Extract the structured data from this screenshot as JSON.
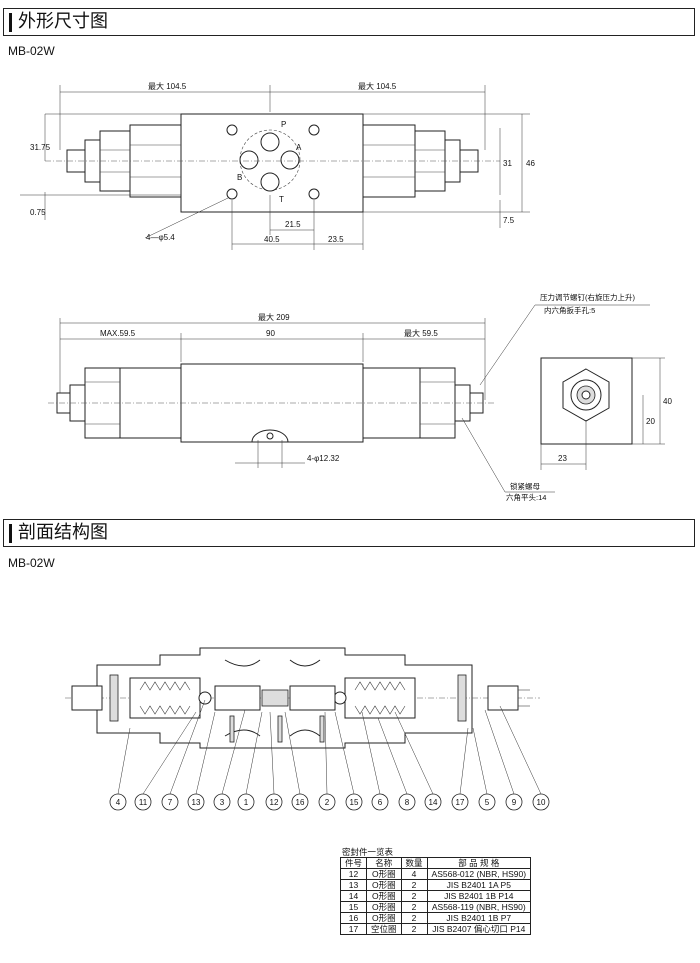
{
  "sections": [
    {
      "title": "外形尺寸图",
      "model": "MB-02W"
    },
    {
      "title": "剖面结构图",
      "model": "MB-02W"
    }
  ],
  "top_view": {
    "dims": {
      "max_left": "最大 104.5",
      "max_right": "最大 104.5",
      "height_31_75": "31.75",
      "height_0_75": "0.75",
      "height_46": "46",
      "height_31": "31",
      "height_7_5": "7.5",
      "holes": "4—φ5.4",
      "d21_5": "21.5",
      "d40_5": "40.5",
      "d23_5": "23.5"
    },
    "ports": {
      "P": "P",
      "A": "A",
      "B": "B",
      "T": "T"
    }
  },
  "side_view": {
    "dims": {
      "max_total": "最大 209",
      "max_59_5_left": "MAX.59.5",
      "d90": "90",
      "max_59_5_right": "最大 59.5",
      "holes": "4-φ12.32"
    },
    "notes": {
      "adjust_screw": "压力调节螺钉(右旋压力上升)",
      "hex_socket": "内六角扳手孔:5",
      "lock_nut": "锁紧螺母",
      "hex_flat": "六角平头:14"
    }
  },
  "end_view": {
    "dims": {
      "d40": "40",
      "d20": "20",
      "d23": "23"
    }
  },
  "section_view": {
    "callouts": [
      "4",
      "11",
      "7",
      "13",
      "3",
      "1",
      "12",
      "16",
      "2",
      "15",
      "6",
      "8",
      "14",
      "17",
      "5",
      "9",
      "10"
    ]
  },
  "seal_table": {
    "title": "密封件一览表",
    "headers": [
      "件号",
      "名称",
      "数量",
      "部 品 规 格"
    ],
    "rows": [
      [
        "12",
        "O形圈",
        "4",
        "AS568-012 (NBR, HS90)"
      ],
      [
        "13",
        "O形圈",
        "2",
        "JIS B2401 1A P5"
      ],
      [
        "14",
        "O形圈",
        "2",
        "JIS B2401 1B P14"
      ],
      [
        "15",
        "O形圈",
        "2",
        "AS568-119 (NBR, HS90)"
      ],
      [
        "16",
        "O形圈",
        "2",
        "JIS B2401 1B P7"
      ],
      [
        "17",
        "空位圈",
        "2",
        "JIS B2407 偏心切口 P14"
      ]
    ]
  }
}
